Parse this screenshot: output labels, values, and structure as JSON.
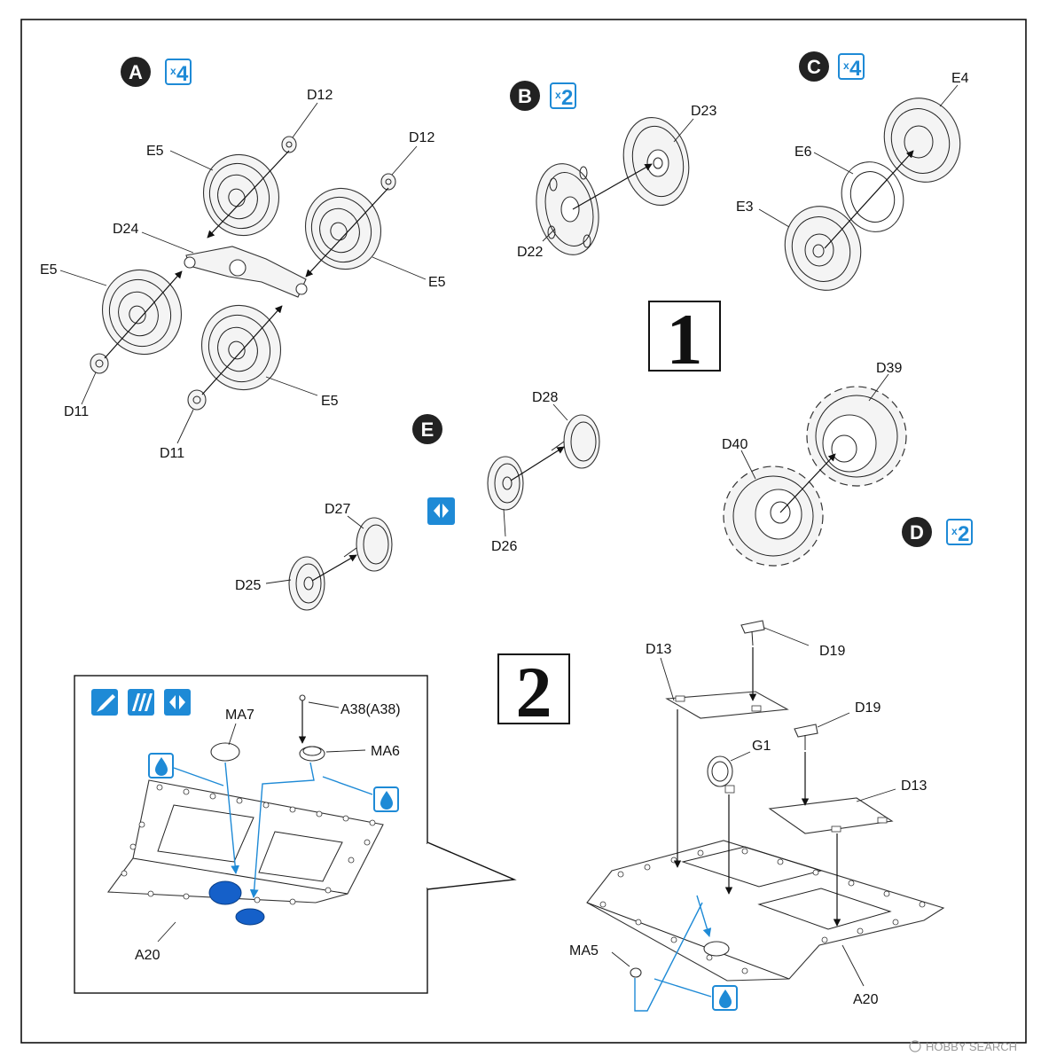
{
  "step1": {
    "number": "1",
    "subassemblies": [
      {
        "id": "A",
        "quantity": "4",
        "parts": [
          "D12",
          "E5",
          "D12",
          "D24",
          "E5",
          "E5",
          "E5",
          "D11",
          "D11"
        ]
      },
      {
        "id": "B",
        "quantity": "2",
        "parts": [
          "D23",
          "D22"
        ]
      },
      {
        "id": "C",
        "quantity": "4",
        "parts": [
          "E4",
          "E6",
          "E3"
        ]
      },
      {
        "id": "D",
        "quantity": "2",
        "parts": [
          "D39",
          "D40"
        ]
      },
      {
        "id": "E",
        "quantity": "",
        "parts": [
          "D28",
          "D26",
          "D27",
          "D25"
        ]
      }
    ]
  },
  "step2": {
    "number": "2",
    "parts": [
      "D13",
      "D19",
      "D19",
      "G1",
      "D13",
      "MA5",
      "A20"
    ],
    "detail_parts": [
      "MA7",
      "A38(A38)",
      "MA6",
      "A20"
    ]
  },
  "labels": {
    "a_d12_1": "D12",
    "a_d12_2": "D12",
    "a_e5_1": "E5",
    "a_d24": "D24",
    "a_e5_2": "E5",
    "a_e5_3": "E5",
    "a_e5_4": "E5",
    "a_d11_1": "D11",
    "a_d11_2": "D11",
    "b_d23": "D23",
    "b_d22": "D22",
    "c_e4": "E4",
    "c_e6": "E6",
    "c_e3": "E3",
    "d_d39": "D39",
    "d_d40": "D40",
    "e_d28": "D28",
    "e_d26": "D26",
    "e_d27": "D27",
    "e_d25": "D25",
    "s2_d13_1": "D13",
    "s2_d19_1": "D19",
    "s2_d19_2": "D19",
    "s2_g1": "G1",
    "s2_d13_2": "D13",
    "s2_ma5": "MA5",
    "s2_a20": "A20",
    "det_ma7": "MA7",
    "det_a38": "A38(A38)",
    "det_ma6": "MA6",
    "det_a20": "A20"
  },
  "badges": {
    "a_letter": "A",
    "a_x": "x",
    "a_qty": "4",
    "b_letter": "B",
    "b_x": "x",
    "b_qty": "2",
    "c_letter": "C",
    "c_x": "x",
    "c_qty": "4",
    "d_letter": "D",
    "d_x": "x",
    "d_qty": "2",
    "e_letter": "E"
  },
  "icons": {
    "paint": "paint-brush-icon",
    "metal_parts": "photo-etch-icon",
    "option": "choose-option-icon",
    "glue": "cement-drop-icon"
  },
  "colors": {
    "accent": "#1e8ad6",
    "ink": "#111111",
    "highlight": "#1560c9"
  },
  "watermark": "HOBBY SEARCH"
}
